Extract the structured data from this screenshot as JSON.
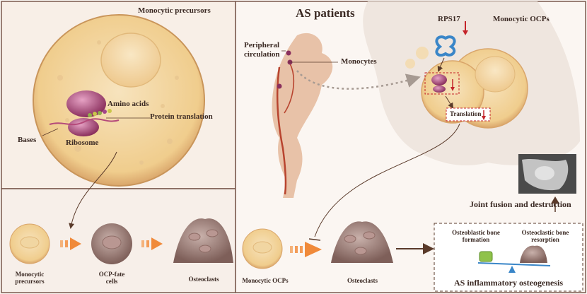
{
  "left_panel": {
    "title": "Monocytic precursors",
    "amino_acids": "Amino acids",
    "protein_translation": "Protein translation",
    "bases": "Bases",
    "ribosome": "Ribosome"
  },
  "bottom_left": {
    "precursors": "Monocytic precursors",
    "ocp_fate": "OCP-fate cells",
    "osteoclasts": "Osteoclasts"
  },
  "right_panel": {
    "title": "AS patients",
    "peripheral": "Peripheral circulation",
    "monocytes": "Monocytes",
    "rps17": "RPS17",
    "ocps_title": "Monocytic OCPs",
    "translation": "Translation",
    "joint": "Joint fusion and destruction",
    "bottom_ocps": "Monocytic OCPs",
    "bottom_osteoclasts": "Osteoclasts"
  },
  "osteogenesis_box": {
    "osteoblastic": "Osteoblastic bone formation",
    "osteoclastic": "Osteoclastic bone resorption",
    "title": "AS inflammatory osteogenesis"
  },
  "colors": {
    "panel_border": "#7a5a4e",
    "cell_fill": "#f3d9a6",
    "nucleus": "#f6dfae",
    "ribosome": "#9c3f6e",
    "arrow_orange": "#f08a3a",
    "arrow_brown": "#5a3a2a",
    "red_arrow": "#c4242a"
  }
}
